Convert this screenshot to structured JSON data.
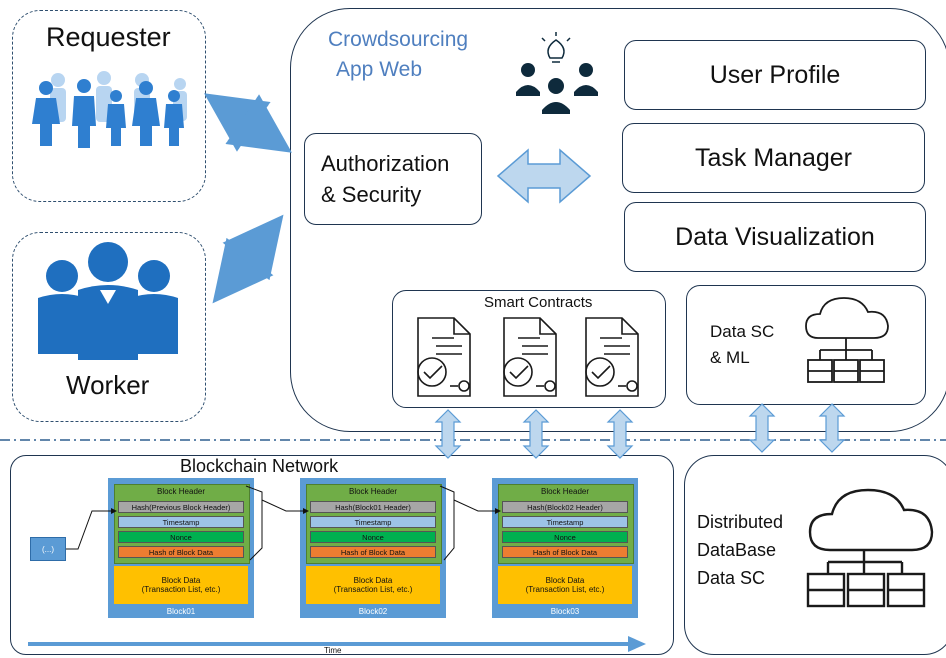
{
  "requester": {
    "label": "Requester"
  },
  "worker": {
    "label": "Worker"
  },
  "app": {
    "title_line1": "Crowdsourcing",
    "title_line2": "App Web"
  },
  "auth": {
    "line1": "Authorization",
    "line2": "& Security"
  },
  "modules": [
    "User Profile",
    "Task Manager",
    "Data Visualization"
  ],
  "smart_contracts": {
    "label": "Smart Contracts"
  },
  "data_sc_ml": {
    "line1": "Data SC",
    "line2": "& ML"
  },
  "blockchain": {
    "label": "Blockchain Network",
    "ellipsis": "(...)",
    "time_label": "Time",
    "blocks": [
      {
        "name": "Block01",
        "header": "Block Header",
        "hash_prev": "Hash(Previous Block Header)",
        "timestamp": "Timestamp",
        "nonce": "Nonce",
        "hash_data": "Hash of Block Data",
        "data1": "Block Data",
        "data2": "(Transaction List, etc.)"
      },
      {
        "name": "Block02",
        "header": "Block Header",
        "hash_prev": "Hash(Block01 Header)",
        "timestamp": "Timestamp",
        "nonce": "Nonce",
        "hash_data": "Hash of Block Data",
        "data1": "Block Data",
        "data2": "(Transaction List, etc.)"
      },
      {
        "name": "Block03",
        "header": "Block Header",
        "hash_prev": "Hash(Block02 Header)",
        "timestamp": "Timestamp",
        "nonce": "Nonce",
        "hash_data": "Hash of Block Data",
        "data1": "Block Data",
        "data2": "(Transaction List, etc.)"
      }
    ]
  },
  "distributed_db": {
    "line1": "Distributed",
    "line2": "DataBase",
    "line3": "Data SC"
  },
  "colors": {
    "arrow": "#5b9bd5",
    "arrow_light": "#bdd7ee",
    "icon_blue": "#1f6fbf",
    "dark_icon": "#0e2a3c"
  }
}
